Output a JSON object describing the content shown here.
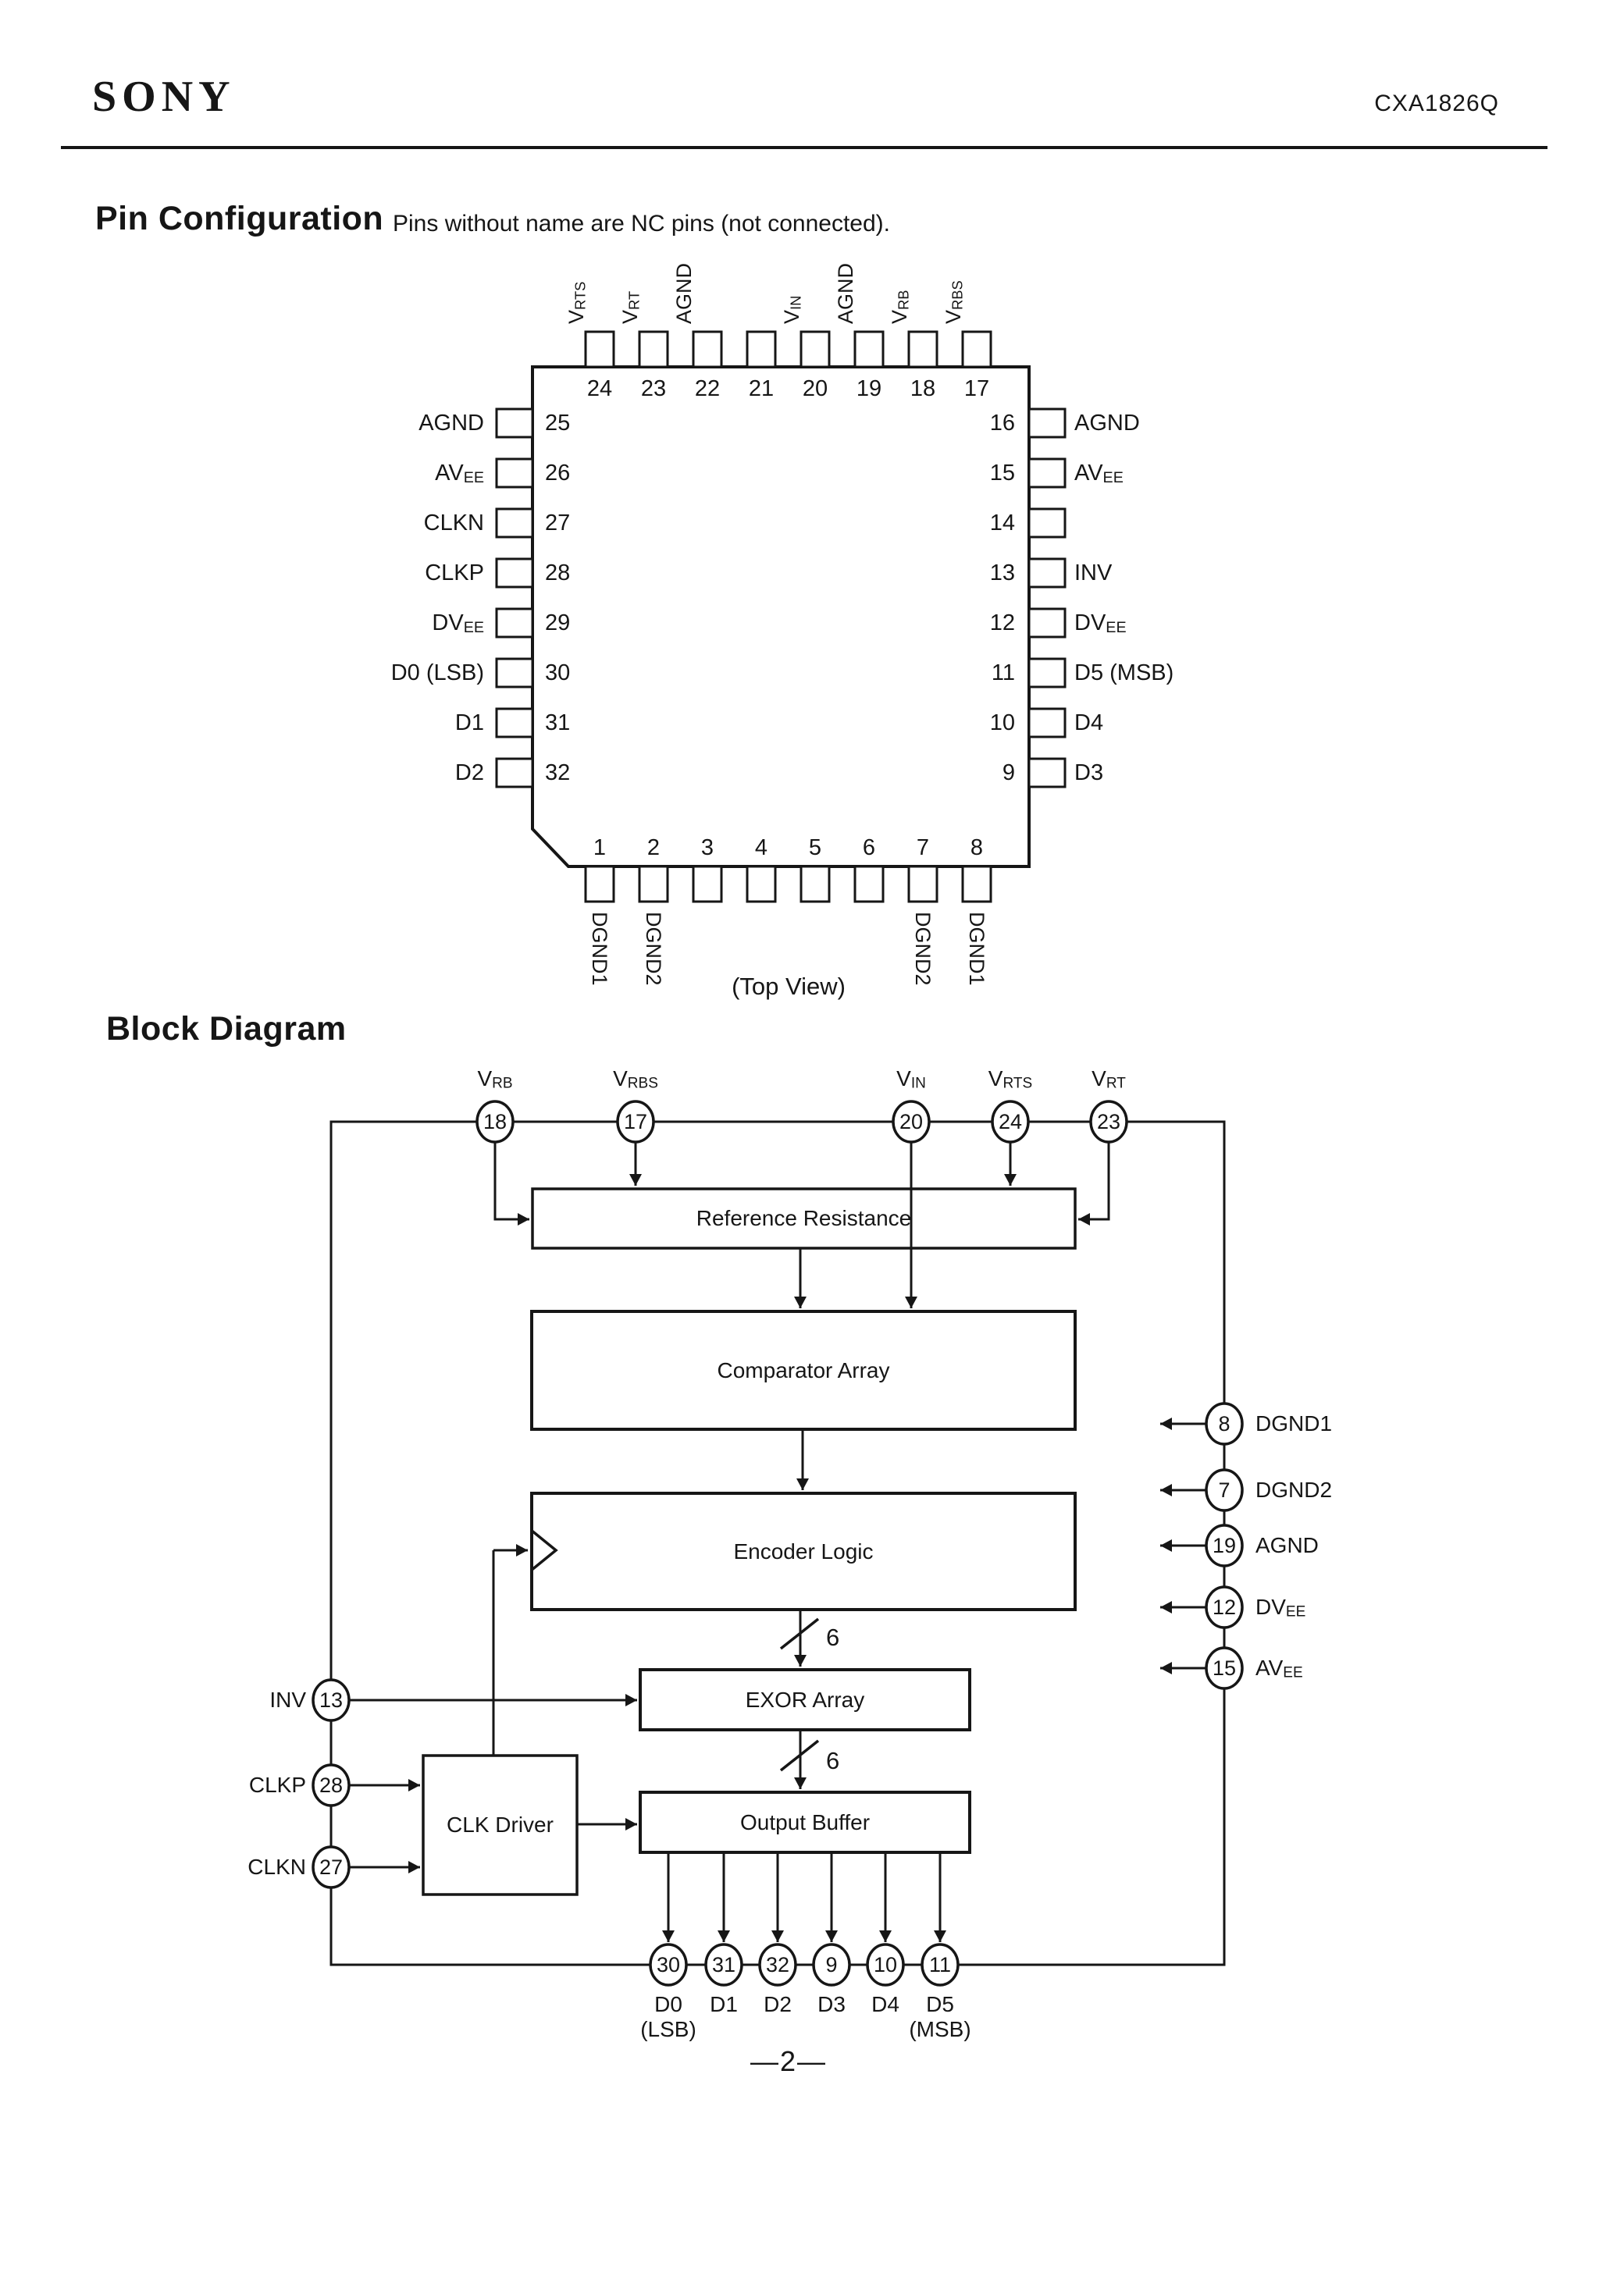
{
  "header": {
    "brand": "SONY",
    "doc_number": "CXA1826Q"
  },
  "pin_configuration": {
    "title": "Pin Configuration",
    "note": "Pins without name are NC pins (not connected).",
    "top_view_label": "(Top View)",
    "top_pins": [
      {
        "num": "24",
        "main": "V",
        "sub": "RTS"
      },
      {
        "num": "23",
        "main": "V",
        "sub": "RT"
      },
      {
        "num": "22",
        "main": "AGND",
        "sub": ""
      },
      {
        "num": "21",
        "main": "",
        "sub": ""
      },
      {
        "num": "20",
        "main": "V",
        "sub": "IN"
      },
      {
        "num": "19",
        "main": "AGND",
        "sub": ""
      },
      {
        "num": "18",
        "main": "V",
        "sub": "RB"
      },
      {
        "num": "17",
        "main": "V",
        "sub": "RBS"
      }
    ],
    "left_pins": [
      {
        "num": "25",
        "main": "AGND",
        "sub": ""
      },
      {
        "num": "26",
        "main": "AV",
        "sub": "EE"
      },
      {
        "num": "27",
        "main": "CLKN",
        "sub": ""
      },
      {
        "num": "28",
        "main": "CLKP",
        "sub": ""
      },
      {
        "num": "29",
        "main": "DV",
        "sub": "EE"
      },
      {
        "num": "30",
        "main": "D0 (LSB)",
        "sub": ""
      },
      {
        "num": "31",
        "main": "D1",
        "sub": ""
      },
      {
        "num": "32",
        "main": "D2",
        "sub": ""
      }
    ],
    "right_pins": [
      {
        "num": "16",
        "main": "AGND",
        "sub": ""
      },
      {
        "num": "15",
        "main": "AV",
        "sub": "EE"
      },
      {
        "num": "14",
        "main": "",
        "sub": ""
      },
      {
        "num": "13",
        "main": "INV",
        "sub": ""
      },
      {
        "num": "12",
        "main": "DV",
        "sub": "EE"
      },
      {
        "num": "11",
        "main": "D5 (MSB)",
        "sub": ""
      },
      {
        "num": "10",
        "main": "D4",
        "sub": ""
      },
      {
        "num": "9",
        "main": "D3",
        "sub": ""
      }
    ],
    "bottom_pins": [
      {
        "num": "1",
        "main": "DGND1",
        "sub": ""
      },
      {
        "num": "2",
        "main": "DGND2",
        "sub": ""
      },
      {
        "num": "3",
        "main": "",
        "sub": ""
      },
      {
        "num": "4",
        "main": "",
        "sub": ""
      },
      {
        "num": "5",
        "main": "",
        "sub": ""
      },
      {
        "num": "6",
        "main": "",
        "sub": ""
      },
      {
        "num": "7",
        "main": "DGND2",
        "sub": ""
      },
      {
        "num": "8",
        "main": "DGND1",
        "sub": ""
      }
    ]
  },
  "block_diagram": {
    "title": "Block Diagram",
    "bus_width": "6",
    "blocks": {
      "reference_resistance": "Reference Resistance",
      "comparator_array": "Comparator Array",
      "encoder_logic": "Encoder Logic",
      "exor_array": "EXOR Array",
      "output_buffer": "Output Buffer",
      "clk_driver": "CLK Driver"
    },
    "top_terminals": [
      {
        "pin": "18",
        "main": "V",
        "sub": "RB"
      },
      {
        "pin": "17",
        "main": "V",
        "sub": "RBS"
      },
      {
        "pin": "20",
        "main": "V",
        "sub": "IN"
      },
      {
        "pin": "24",
        "main": "V",
        "sub": "RTS"
      },
      {
        "pin": "23",
        "main": "V",
        "sub": "RT"
      }
    ],
    "left_terminals": [
      {
        "pin": "13",
        "label": "INV"
      },
      {
        "pin": "28",
        "label": "CLKP"
      },
      {
        "pin": "27",
        "label": "CLKN"
      }
    ],
    "right_terminals": [
      {
        "pin": "8",
        "main": "DGND1",
        "sub": ""
      },
      {
        "pin": "7",
        "main": "DGND2",
        "sub": ""
      },
      {
        "pin": "19",
        "main": "AGND",
        "sub": ""
      },
      {
        "pin": "12",
        "main": "DV",
        "sub": "EE"
      },
      {
        "pin": "15",
        "main": "AV",
        "sub": "EE"
      }
    ],
    "bottom_terminals": [
      {
        "pin": "30",
        "label": "D0",
        "note": "(LSB)"
      },
      {
        "pin": "31",
        "label": "D1"
      },
      {
        "pin": "32",
        "label": "D2"
      },
      {
        "pin": "9",
        "label": "D3"
      },
      {
        "pin": "10",
        "label": "D4"
      },
      {
        "pin": "11",
        "label": "D5",
        "note": "(MSB)"
      }
    ]
  },
  "footer": {
    "page_number": "—2—"
  },
  "colors": {
    "ink": "#161616",
    "paper": "#ffffff"
  }
}
